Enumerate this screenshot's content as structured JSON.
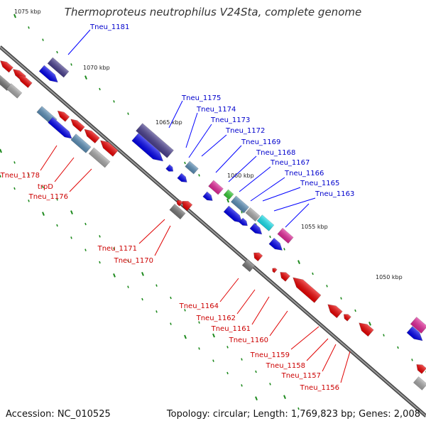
{
  "title": "Thermoproteus neutrophilus V24Sta, complete genome",
  "footer": {
    "accession": "Accession: NC_010525",
    "topology": "Topology: circular; Length: 1,769,823 bp; Genes: 2,008"
  },
  "scale_labels": [
    "1075 kbp",
    "1070 kbp",
    "1065 kbp",
    "1060 kbp",
    "1055 kbp",
    "1050 kbp"
  ],
  "labels_forward": [
    "Tneu_1181",
    "Tneu_1175",
    "Tneu_1174",
    "Tneu_1173",
    "Tneu_1172",
    "Tneu_1169",
    "Tneu_1168",
    "Tneu_1167",
    "Tneu_1166",
    "Tneu_1165",
    "Tneu_1163"
  ],
  "labels_reverse": [
    "Tneu_1178",
    "trpD",
    "Tneu_1176",
    "Tneu_1171",
    "Tneu_1170",
    "Tneu_1164",
    "Tneu_1162",
    "Tneu_1161",
    "Tneu_1160",
    "Tneu_1159",
    "Tneu_1158",
    "Tneu_1157",
    "Tneu_1156"
  ],
  "colors": {
    "backbone": "#777777",
    "forward_gene": "#0000ee",
    "reverse_gene": "#ee0000",
    "cog_navy": "#4a3f8f",
    "cog_steel": "#5b8fb8",
    "cog_gray": "#a9a9a9",
    "cog_dark_gray": "#777777",
    "cog_pink": "#e4279a",
    "cog_cyan": "#19e3ef",
    "cog_green": "#33cc33",
    "tick": "#1e8a1e"
  }
}
